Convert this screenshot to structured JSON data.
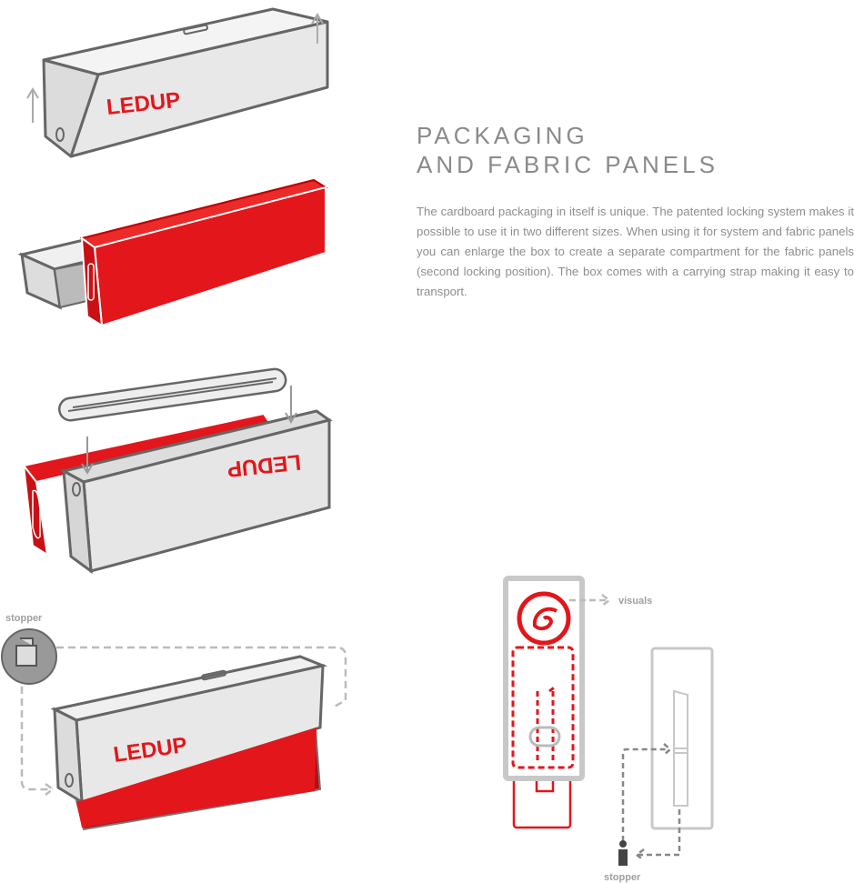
{
  "heading": {
    "line1": "PACKAGING",
    "line2": "AND FABRIC PANELS"
  },
  "description": "The cardboard packaging in itself is unique. The patented locking system makes it possible to use it in two different sizes. When using it for system and fabric panels you can enlarge the box to create a separate compartment for the fabric panels (second locking position). The box comes with a carrying strap making it easy to transport.",
  "brand_logo": "LEDUP",
  "labels": {
    "stopper_left": "stopper",
    "visuals": "visuals",
    "stopper_right": "stopper"
  },
  "colors": {
    "accent": "#e3161b",
    "box": "#ececec",
    "outline": "#6b6b6b",
    "text": "#8a8a8a"
  }
}
